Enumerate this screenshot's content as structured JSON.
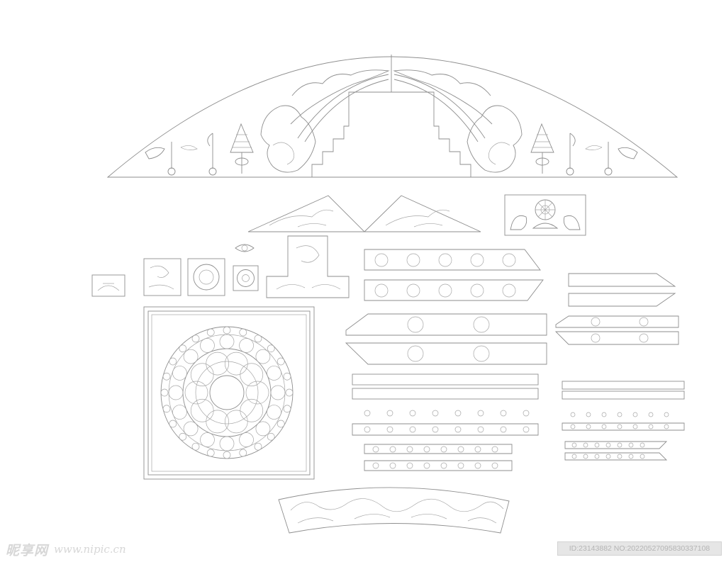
{
  "watermark": {
    "logo": "昵享网",
    "url": "www.nipic.cn"
  },
  "image_id": "ID:23143882 NO:20220527095830337108"
}
